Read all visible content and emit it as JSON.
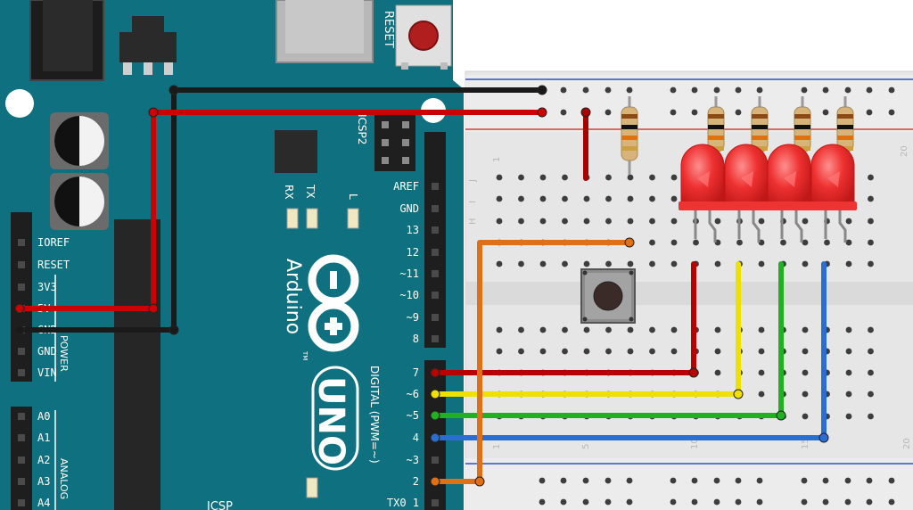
{
  "board": {
    "reset_label": "RESET",
    "icsp2_label": "ICSP2",
    "tx_label": "TX",
    "rx_label": "RX",
    "l_label": "L",
    "brand": "Arduino",
    "tm": "TM",
    "model": "UNO",
    "digital_label": "DIGITAL (PWM=~)",
    "power_label": "POWER",
    "analog_label": "ANALOG",
    "icsp_label": "ICSP",
    "power_pins": [
      "IOREF",
      "RESET",
      "3V3",
      "5V",
      "GND",
      "GND",
      "VIN"
    ],
    "analog_pins": [
      "A0",
      "A1",
      "A2",
      "A3",
      "A4"
    ],
    "digital_pins": [
      "AREF",
      "GND",
      "13",
      "12",
      "~11",
      "~10",
      "~9",
      "8",
      "7",
      "~6",
      "~5",
      "4",
      "~3",
      "2",
      "TX0 1"
    ]
  },
  "breadboard": {
    "row_letters": [
      "J",
      "I",
      "H"
    ],
    "column_numbers": [
      "1",
      "5",
      "10",
      "15",
      "20"
    ]
  },
  "components": {
    "leds": 4,
    "led_color": "#e8262b",
    "resistors": 5,
    "pushbutton": 1
  },
  "wires": [
    {
      "from": "GND",
      "to": "breadboard ground rail",
      "color": "#1a1a1a"
    },
    {
      "from": "5V",
      "to": "breadboard power rail",
      "color": "#cc0000"
    },
    {
      "from": "pin 7",
      "to": "LED 1",
      "color": "#cc0000"
    },
    {
      "from": "pin 6",
      "to": "LED 2",
      "color": "#f0e000"
    },
    {
      "from": "pin 5",
      "to": "LED 3",
      "color": "#22b022"
    },
    {
      "from": "pin 4",
      "to": "LED 4",
      "color": "#2a6fd0"
    },
    {
      "from": "pin 2",
      "to": "pushbutton",
      "color": "#e07018"
    }
  ],
  "colors": {
    "board": "#0f7080",
    "breadboard": "#e8e8e8",
    "rail_red": "#d04040",
    "rail_blue": "#3050c0"
  }
}
